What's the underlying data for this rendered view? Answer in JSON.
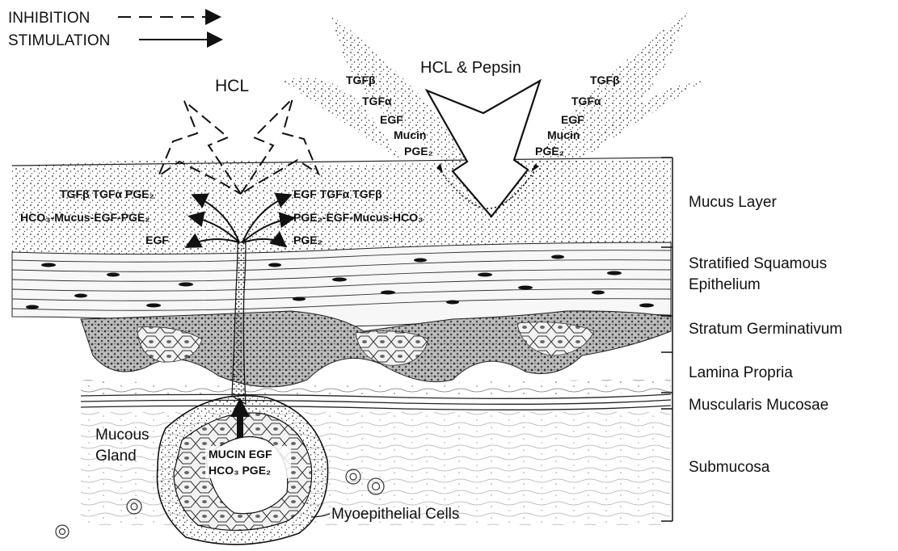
{
  "legend": {
    "inhibition": "INHIBITION",
    "stimulation": "STIMULATION"
  },
  "aggressors": {
    "hcl": "HCL",
    "hcl_pepsin": "HCL & Pepsin"
  },
  "left_column": {
    "tgfb": "TGFβ",
    "tgfa": "TGFα",
    "egf": "EGF",
    "mucin": "Mucin",
    "pge2": "PGE₂"
  },
  "right_column": {
    "tgfb": "TGFβ",
    "tgfa": "TGFα",
    "egf": "EGF",
    "mucin": "Mucin",
    "pge2": "PGE₂"
  },
  "duct_left": {
    "row1": "TGFβ  TGFα  PGE₂",
    "row2": "HCO₃-Mucus-EGF-PGE₂",
    "row3": "EGF"
  },
  "duct_right": {
    "row1": "EGF  TGFα  TGFβ",
    "row2": "PGE₂-EGF-Mucus-HCO₃",
    "row3": "PGE₂"
  },
  "gland": {
    "title_line1": "Mucous",
    "title_line2": "Gland",
    "secretion_line1": "MUCIN  EGF",
    "secretion_line2": "HCO₃  PGE₂",
    "myoepithelial": "Myoepithelial Cells"
  },
  "layers": {
    "mucus": "Mucus Layer",
    "squamous_line1": "Stratified  Squamous",
    "squamous_line2": "Epithelium",
    "germinativum": "Stratum  Germinativum",
    "lamina": "Lamina  Propria",
    "muscularis": "Muscularis  Mucosae",
    "submucosa": "Submucosa"
  }
}
